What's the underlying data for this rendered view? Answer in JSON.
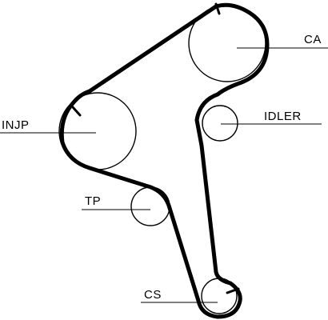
{
  "labels": {
    "ca": "CA",
    "injp": "INJP",
    "idler": "IDLER",
    "tp": "TP",
    "cs": "CS"
  },
  "colors": {
    "belt": "#000000",
    "pulley_outline": "#000000",
    "background": "#ffffff"
  }
}
